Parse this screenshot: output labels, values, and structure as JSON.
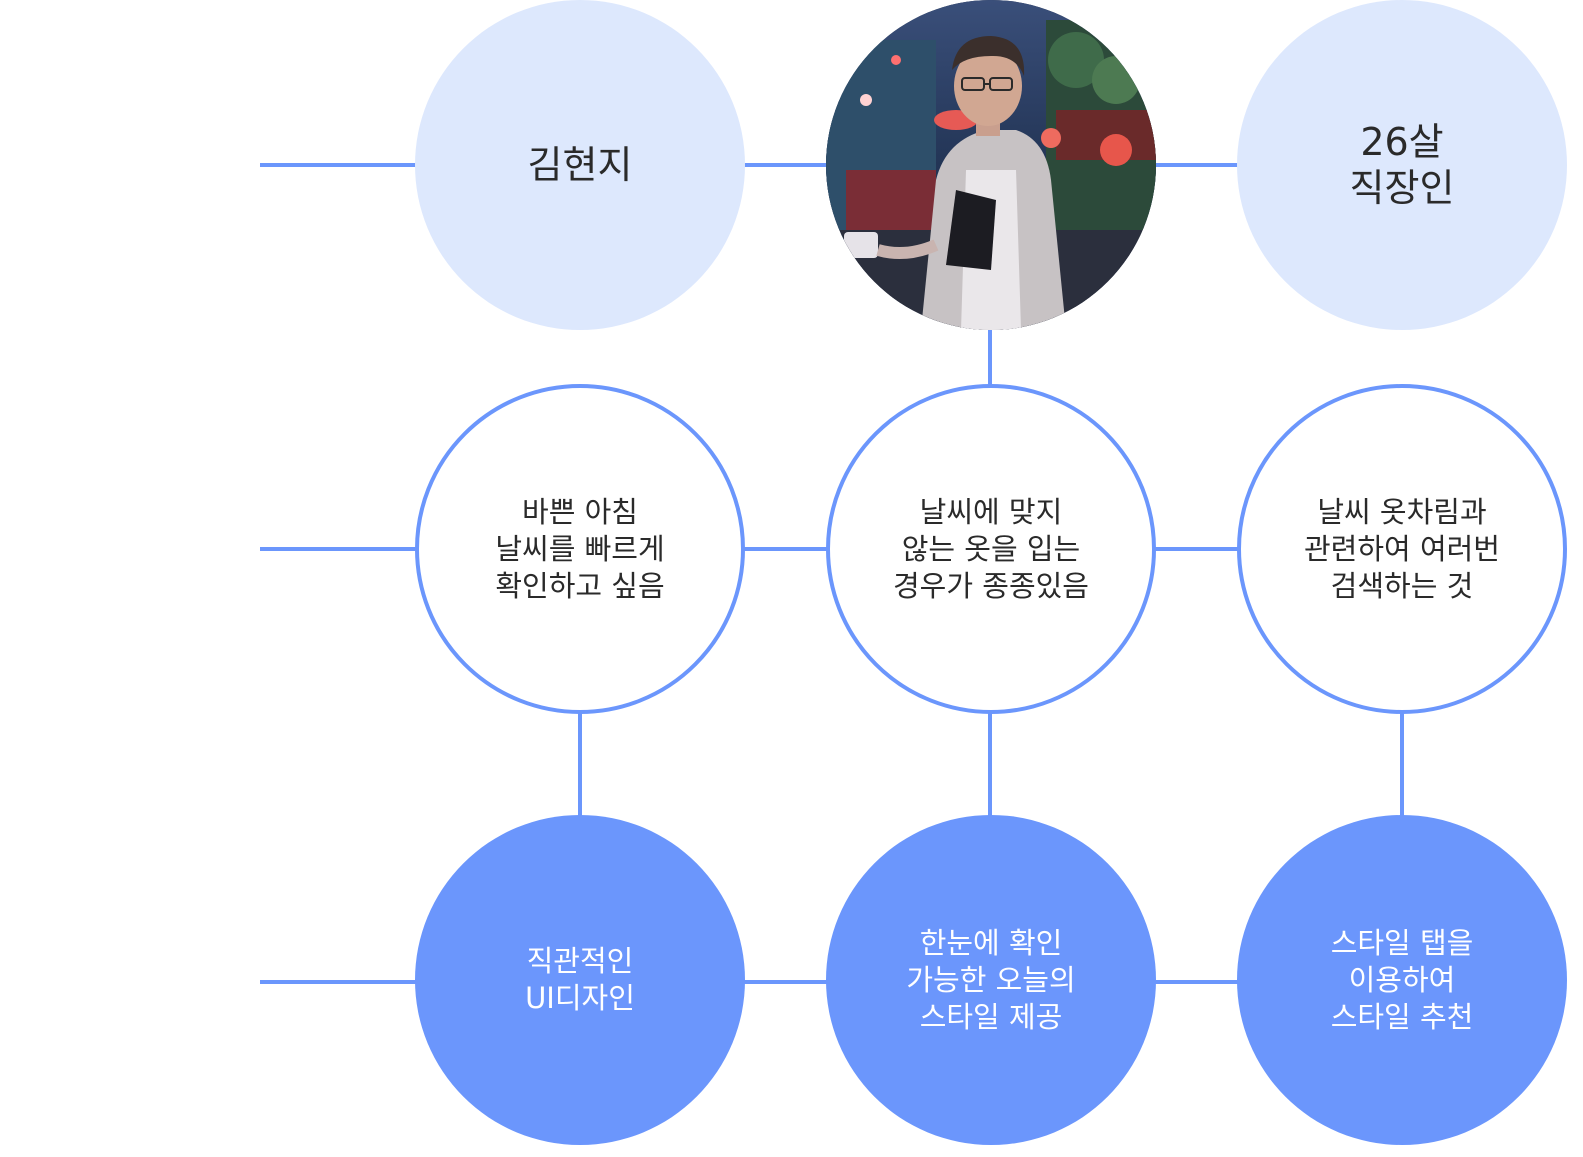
{
  "persona": {
    "name": "김현지",
    "age_job": "26살\n직장인",
    "photo": "person-photo"
  },
  "pain_points": [
    "바쁜 아침\n날씨를 빠르게\n확인하고 싶음",
    "날씨에 맞지\n않는 옷을 입는\n경우가 종종있음",
    "날씨 옷차림과\n관련하여 여러번\n검색하는 것"
  ],
  "solutions": [
    "직관적인\nUI디자인",
    "한눈에 확인\n가능한 오늘의\n스타일 제공",
    "스타일 탭을\n이용하여\n스타일 추천"
  ],
  "colors": {
    "accent": "#6b96fc",
    "light_fill": "#dde8fd",
    "text": "#2a2a2a",
    "solid_text": "#ffffff"
  }
}
